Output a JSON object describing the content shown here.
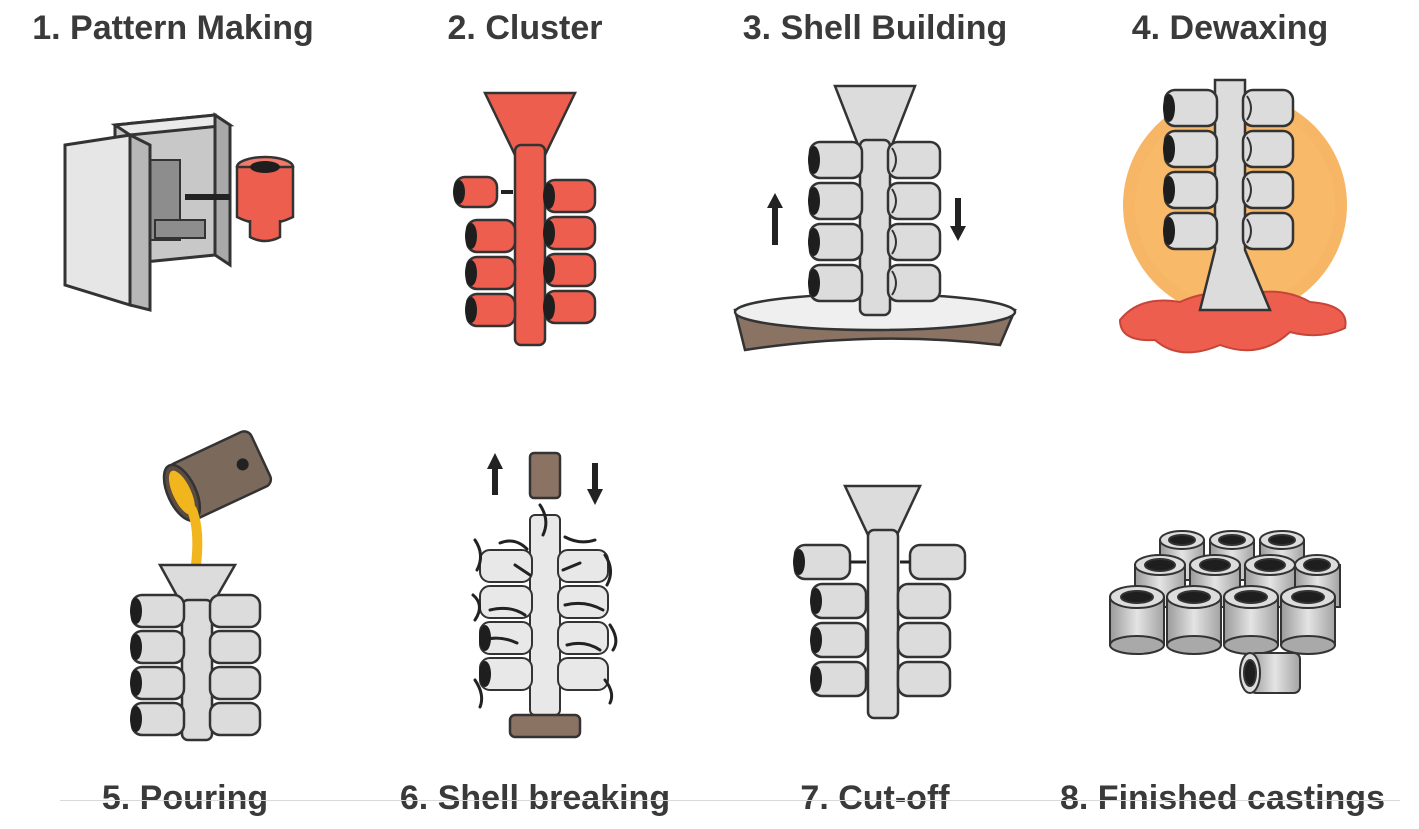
{
  "steps": [
    {
      "label": "1. Pattern Making"
    },
    {
      "label": "2. Cluster"
    },
    {
      "label": "3. Shell Building"
    },
    {
      "label": "4. Dewaxing"
    },
    {
      "label": "5. Pouring"
    },
    {
      "label": "6. Shell breaking"
    },
    {
      "label": "7. Cut-off"
    },
    {
      "label": "8. Finished castings"
    }
  ],
  "colors": {
    "wax": "#ee5e4f",
    "shell": "#dcdcdc",
    "outline": "#333333",
    "hole": "#1e1e1e",
    "slurry": "#8a7363",
    "glow": "#f6a94a",
    "metal": "#f1b51d",
    "ladle": "#7b6a5c"
  }
}
